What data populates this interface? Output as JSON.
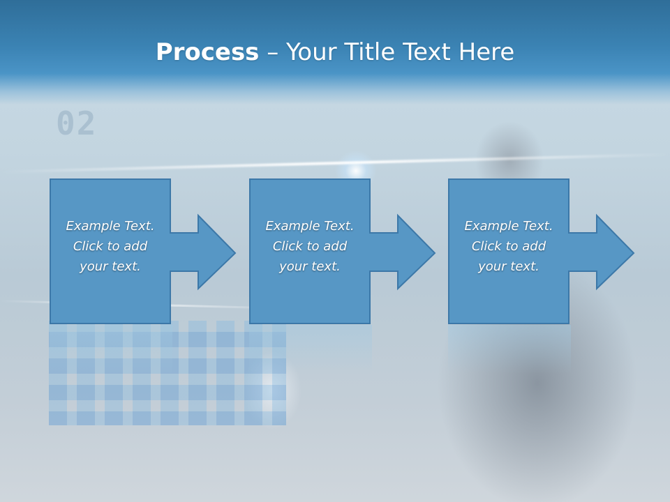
{
  "slide": {
    "title_bold": "Process",
    "title_rest": " – Your Title Text Here",
    "accent_color": "#5797c5",
    "border_color": "#3c78a8",
    "steps": [
      {
        "text": "Example Text.\nClick  to add\nyour text."
      },
      {
        "text": "Example Text.\nClick  to add\nyour text."
      },
      {
        "text": "Example Text.\nClick  to add\nyour text."
      }
    ]
  },
  "background": {
    "digits_text": "02"
  }
}
